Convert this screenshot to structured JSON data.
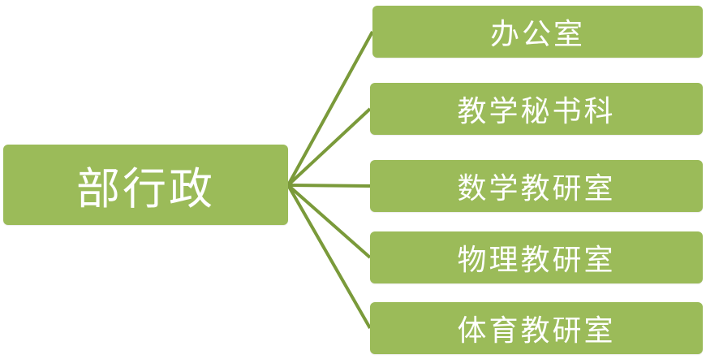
{
  "diagram": {
    "root": {
      "label": "部行政"
    },
    "children": [
      {
        "label": "办公室"
      },
      {
        "label": "教学秘书科"
      },
      {
        "label": "数学教研室"
      },
      {
        "label": "物理教研室"
      },
      {
        "label": "体育教研室"
      }
    ]
  },
  "colors": {
    "node_fill": "#9bbb59",
    "node_text": "#ffffff",
    "connector": "#7a9a3a"
  }
}
